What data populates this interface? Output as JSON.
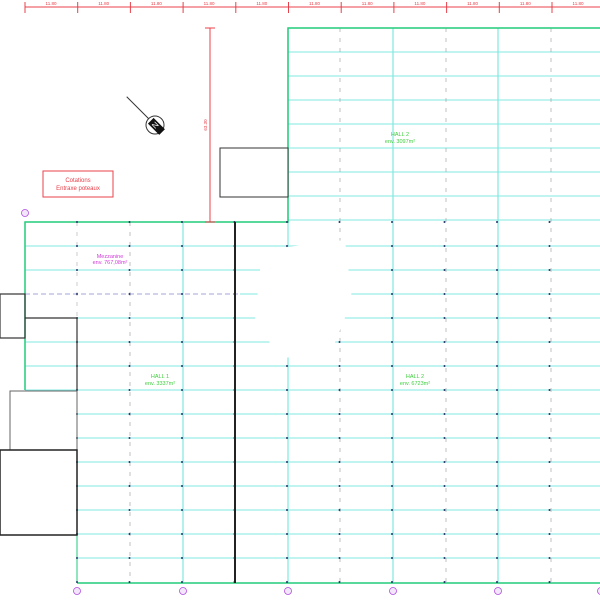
{
  "dimensions": {
    "horizontal_label": "11.80",
    "horizontal_count": 11,
    "vertical_label": "63.30"
  },
  "legend_box": {
    "line1": "Cotations",
    "line2": "Entraxe poteaux"
  },
  "zones": {
    "mezzanine": {
      "name": "Mezzanine",
      "area": "env. 767,08m²"
    },
    "hall1": {
      "name": "HALL 1",
      "area": "env. 3337m²"
    },
    "hall2_lower": {
      "name": "HALL 2",
      "area": "env. 6723m²"
    },
    "hall2_upper": {
      "name": "HALL 2",
      "area": "env. 3097m²"
    }
  },
  "colors": {
    "dimension": "#e8404a",
    "grid": "#7fe8e0",
    "outline": "#22cc7a",
    "axis_marker": "#b04ce0",
    "zone_text": "#3ecf3e",
    "mezzanine_text": "#d03ad8"
  }
}
